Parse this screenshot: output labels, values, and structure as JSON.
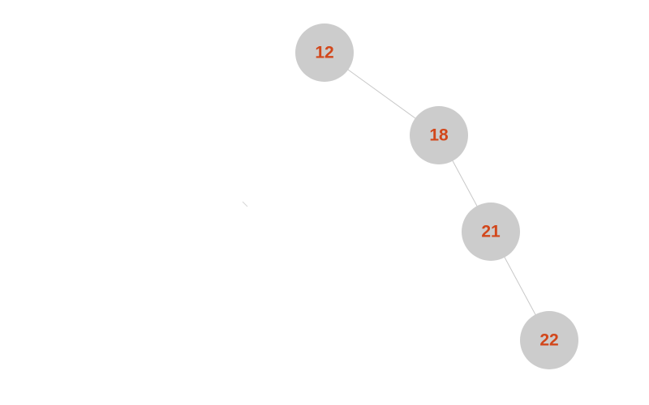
{
  "tree": {
    "node_fill": "#cccccc",
    "label_color": "#d2471b",
    "edge_color": "#c8c8c8",
    "nodes": [
      {
        "id": "n12",
        "label": "12",
        "parent": null
      },
      {
        "id": "n18",
        "label": "18",
        "parent": "n12"
      },
      {
        "id": "n21",
        "label": "21",
        "parent": "n18"
      },
      {
        "id": "n22",
        "label": "22",
        "parent": "n21"
      }
    ]
  }
}
